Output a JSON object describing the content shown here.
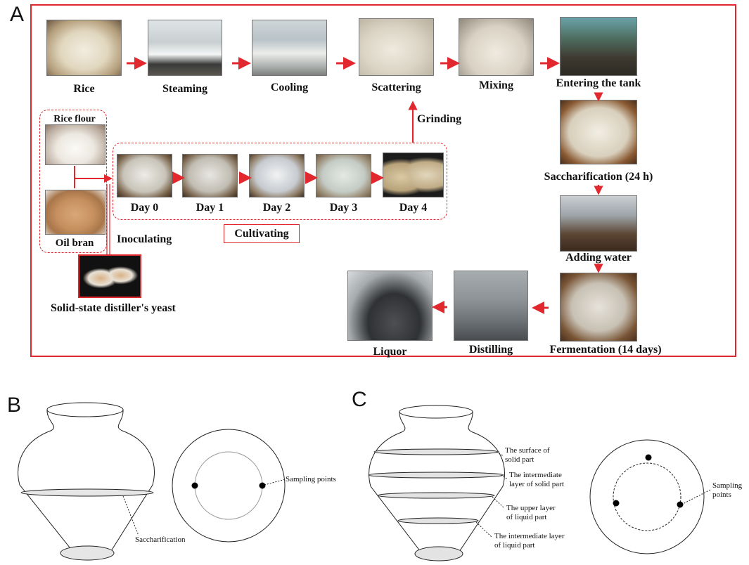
{
  "panels": {
    "a": "A",
    "b": "B",
    "c": "C"
  },
  "process": {
    "steps": [
      "Rice",
      "Steaming",
      "Cooling",
      "Scattering",
      "Mixing",
      "Entering the tank",
      "Saccharification (24 h)",
      "Adding water",
      "Fermentation (14 days)",
      "Distilling",
      "Liquor"
    ],
    "grinding": "Grinding",
    "raw_materials": [
      "Rice flour",
      "Oil bran"
    ],
    "yeast": "Solid-state distiller's yeast",
    "inoculating": "Inoculating",
    "cultivating": "Cultivating",
    "days": [
      "Day 0",
      "Day 1",
      "Day 2",
      "Day 3",
      "Day 4"
    ]
  },
  "panel_b": {
    "saccharification": "Saccharification",
    "sampling_points": "Sampling points"
  },
  "panel_c": {
    "layer1": [
      "The surface of",
      "solid part"
    ],
    "layer2": [
      "The intermediate",
      "layer of solid part"
    ],
    "layer3": [
      "The upper layer",
      "of liquid part"
    ],
    "layer4": [
      "The intermediate layer",
      "of liquid part"
    ],
    "sampling": [
      "Sampling",
      "points"
    ]
  },
  "colors": {
    "accent": "#e0282e"
  }
}
